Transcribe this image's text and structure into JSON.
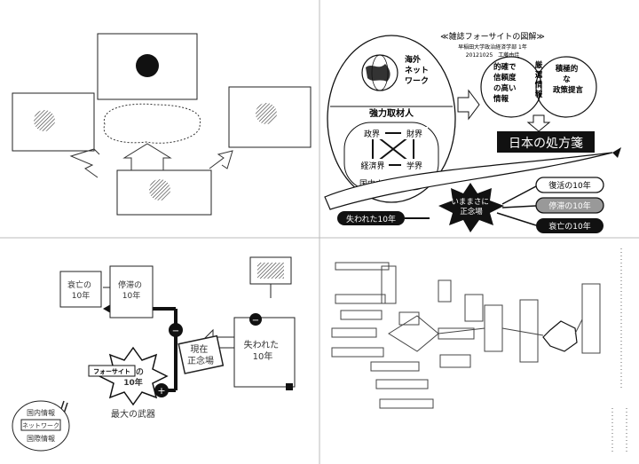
{
  "title_block": {
    "title": "≪雑誌フォーサイトの図解≫",
    "subtitle": "早稲田大学政治経済学部 1年",
    "date_author": "20121025　工藤由佳"
  },
  "network": {
    "overseas": "海外\nネット\nワーク",
    "strong_reporters": "強力取材人",
    "nodes": [
      "政界",
      "財界",
      "経済界",
      "学界"
    ],
    "domestic": "国内ネットワーク"
  },
  "qualities": [
    "的確で\n信頼度\nの高い\n情報",
    "厳選情報",
    "積極的\nな\n政策提言"
  ],
  "prescription": "日本の処方箋",
  "timeline": {
    "lost": "失われた10年",
    "turning_point": "いままさに\n正念場",
    "revival": "復活の10年",
    "stagnation": "停滞の10年",
    "decline": "衰亡の10年"
  },
  "left_sketch": {
    "lost_label": "失われた\n10年",
    "current_label": "現在\n正念場",
    "stagnation_label": "停滞の\n10年",
    "decline_label": "衰亡の\n10年",
    "revival_label": "復活の\n10年",
    "foresight_word": "フォーサイト",
    "weapon_label": "最大の武器",
    "weapon_items": [
      "国内情報",
      "ネットワーク",
      "国際情報"
    ],
    "minus": "−",
    "plus": "+"
  }
}
